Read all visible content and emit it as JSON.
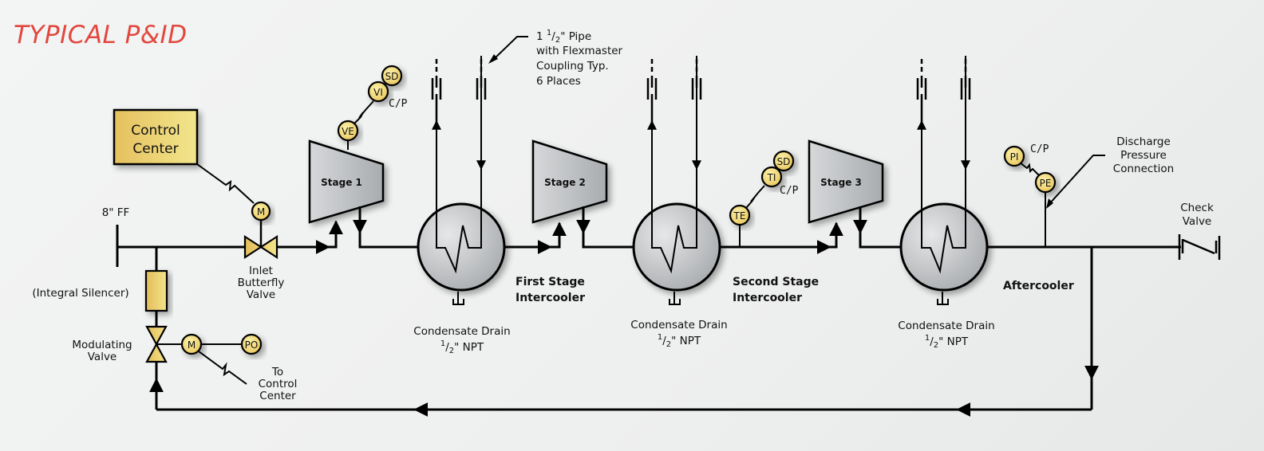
{
  "title": "TYPICAL P&ID",
  "control_center": {
    "line1": "Control",
    "line2": "Center"
  },
  "inlet": {
    "size_label": "8\" FF"
  },
  "silencer_label": "(Integral Silencer)",
  "inlet_valve": {
    "line1": "Inlet",
    "line2": "Butterfly",
    "line3": "Valve"
  },
  "modulating_valve": {
    "line1": "Modulating",
    "line2": "Valve"
  },
  "to_control_center": {
    "line1": "To",
    "line2": "Control",
    "line3": "Center"
  },
  "instruments": {
    "inlet_motor": "M",
    "mod_motor": "M",
    "po": "PO",
    "stage1": [
      "VE",
      "VI",
      "SD"
    ],
    "stage2_temp": [
      "TE",
      "TI",
      "SD"
    ],
    "discharge": [
      "PI",
      "PE"
    ],
    "cp": "C/P"
  },
  "stages": [
    "Stage 1",
    "Stage 2",
    "Stage 3"
  ],
  "coolers": [
    {
      "name_line1": "First Stage",
      "name_line2": "Intercooler"
    },
    {
      "name_line1": "Second Stage",
      "name_line2": "Intercooler"
    },
    {
      "name_line1": "Aftercooler",
      "name_line2": ""
    }
  ],
  "drain": {
    "line1": "Condensate Drain",
    "frac_num": "1",
    "frac_den": "2",
    "line2_suffix": "\" NPT"
  },
  "pipe_note": {
    "prefix": "1 ",
    "frac_num": "1",
    "frac_den": "2",
    "suffix": "\" Pipe",
    "line2": "with Flexmaster",
    "line3": "Coupling Typ.",
    "line4": "6 Places"
  },
  "discharge_note": {
    "line1": "Discharge",
    "line2": "Pressure",
    "line3": "Connection"
  },
  "check_valve": {
    "line1": "Check",
    "line2": "Valve"
  },
  "colors": {
    "title": "#e2483e",
    "instrument_fill": "#f2da78",
    "equipment_fill": "#c9cbcd",
    "line": "#000000"
  }
}
